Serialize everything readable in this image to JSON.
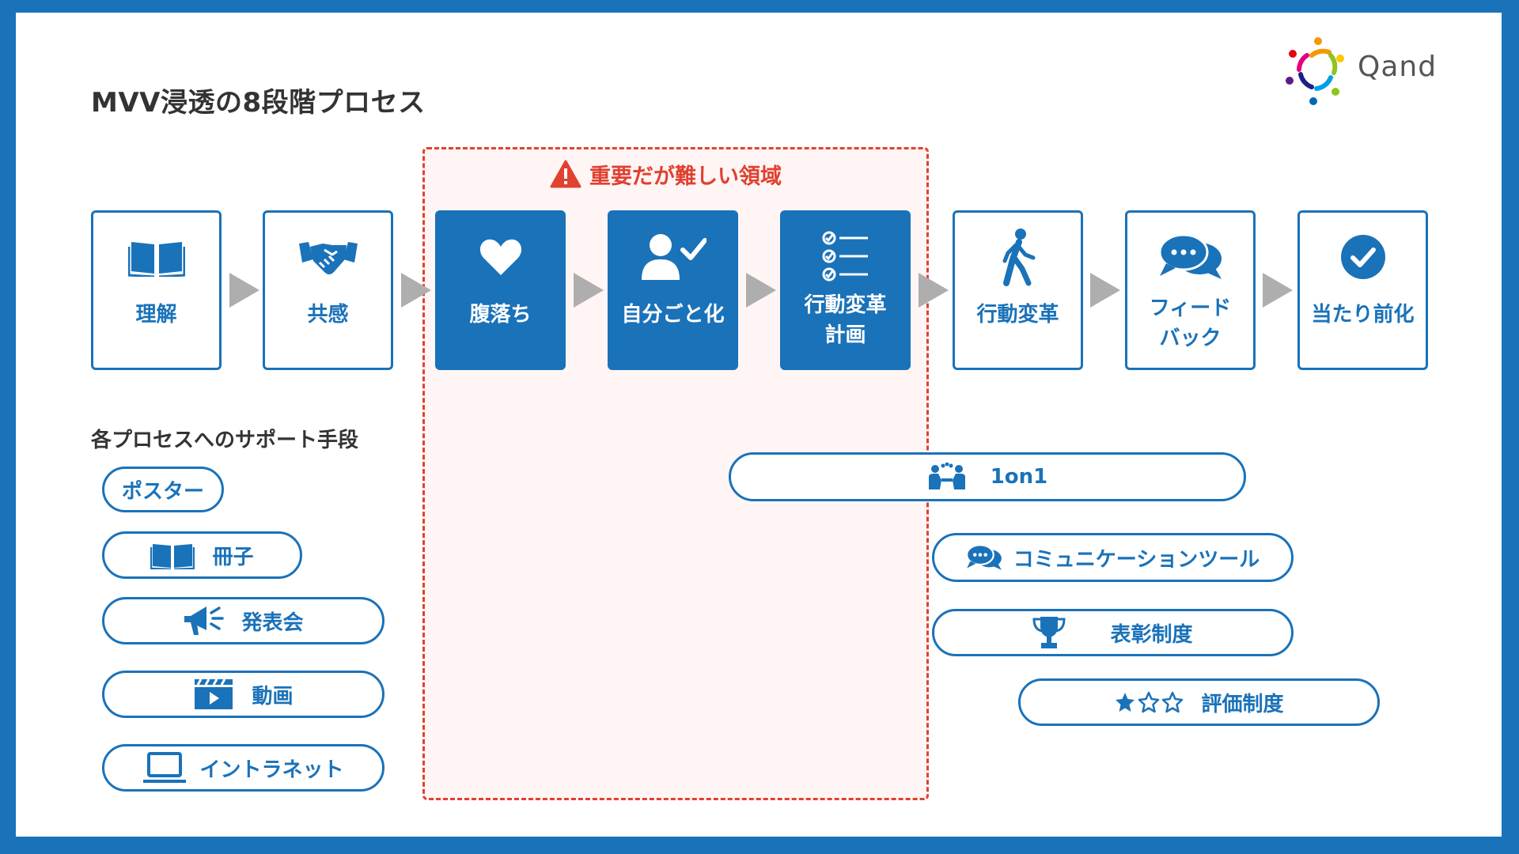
{
  "title": "MVV浸透の8段階プロセス",
  "logo": {
    "text": "Qand"
  },
  "colors": {
    "primary": "#1a72b9",
    "danger": "#e04130",
    "arrow": "#aeaeae",
    "text": "#333333"
  },
  "danger_zone": {
    "label": "重要だが難しい領域",
    "icon": "warning-icon"
  },
  "steps": [
    {
      "label": "理解",
      "icon": "book-icon",
      "highlighted": false
    },
    {
      "label": "共感",
      "icon": "handshake-icon",
      "highlighted": false
    },
    {
      "label": "腹落ち",
      "icon": "heart-icon",
      "highlighted": true
    },
    {
      "label": "自分ごと化",
      "icon": "user-check-icon",
      "highlighted": true
    },
    {
      "label": "行動変革\n計画",
      "icon": "checklist-icon",
      "highlighted": true
    },
    {
      "label": "行動変革",
      "icon": "walking-icon",
      "highlighted": false
    },
    {
      "label": "フィード\nバック",
      "icon": "chat-icon",
      "highlighted": false
    },
    {
      "label": "当たり前化",
      "icon": "check-circle-icon",
      "highlighted": false
    }
  ],
  "support": {
    "title": "各プロセスへのサポート手段",
    "tools": [
      {
        "label": "ポスター",
        "icon": ""
      },
      {
        "label": "冊子",
        "icon": "book-icon"
      },
      {
        "label": "発表会",
        "icon": "megaphone-icon"
      },
      {
        "label": "動画",
        "icon": "video-icon"
      },
      {
        "label": "イントラネット",
        "icon": "laptop-icon"
      },
      {
        "label": "1on1",
        "icon": "meeting-icon"
      },
      {
        "label": "コミュニケーションツール",
        "icon": "chat-icon"
      },
      {
        "label": "表彰制度",
        "icon": "trophy-icon"
      },
      {
        "label": "評価制度",
        "icon": "stars-icon"
      }
    ]
  }
}
